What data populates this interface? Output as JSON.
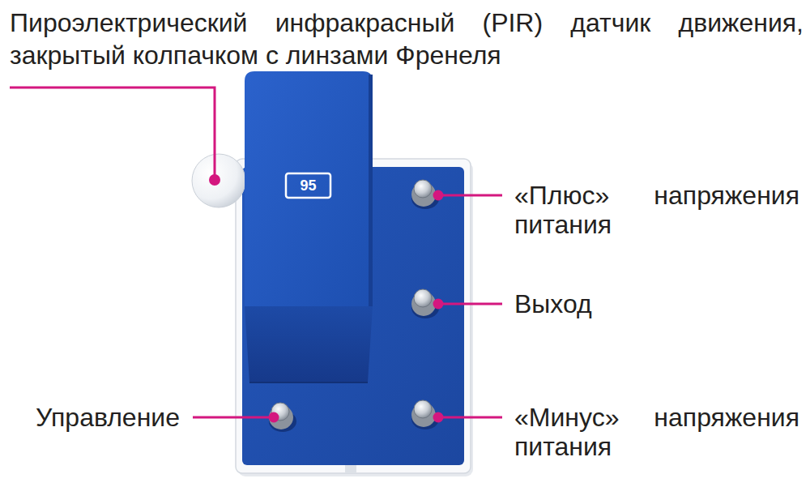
{
  "diagram": {
    "labels": [
      "Пироэлектрический инфракрасный (PIR) датчик движения, закрытый колпачком с линзами Френеля",
      "95",
      "«Плюс» напряжения питания",
      "Выход",
      "Управление",
      "«Минус» напряжения питания"
    ]
  }
}
